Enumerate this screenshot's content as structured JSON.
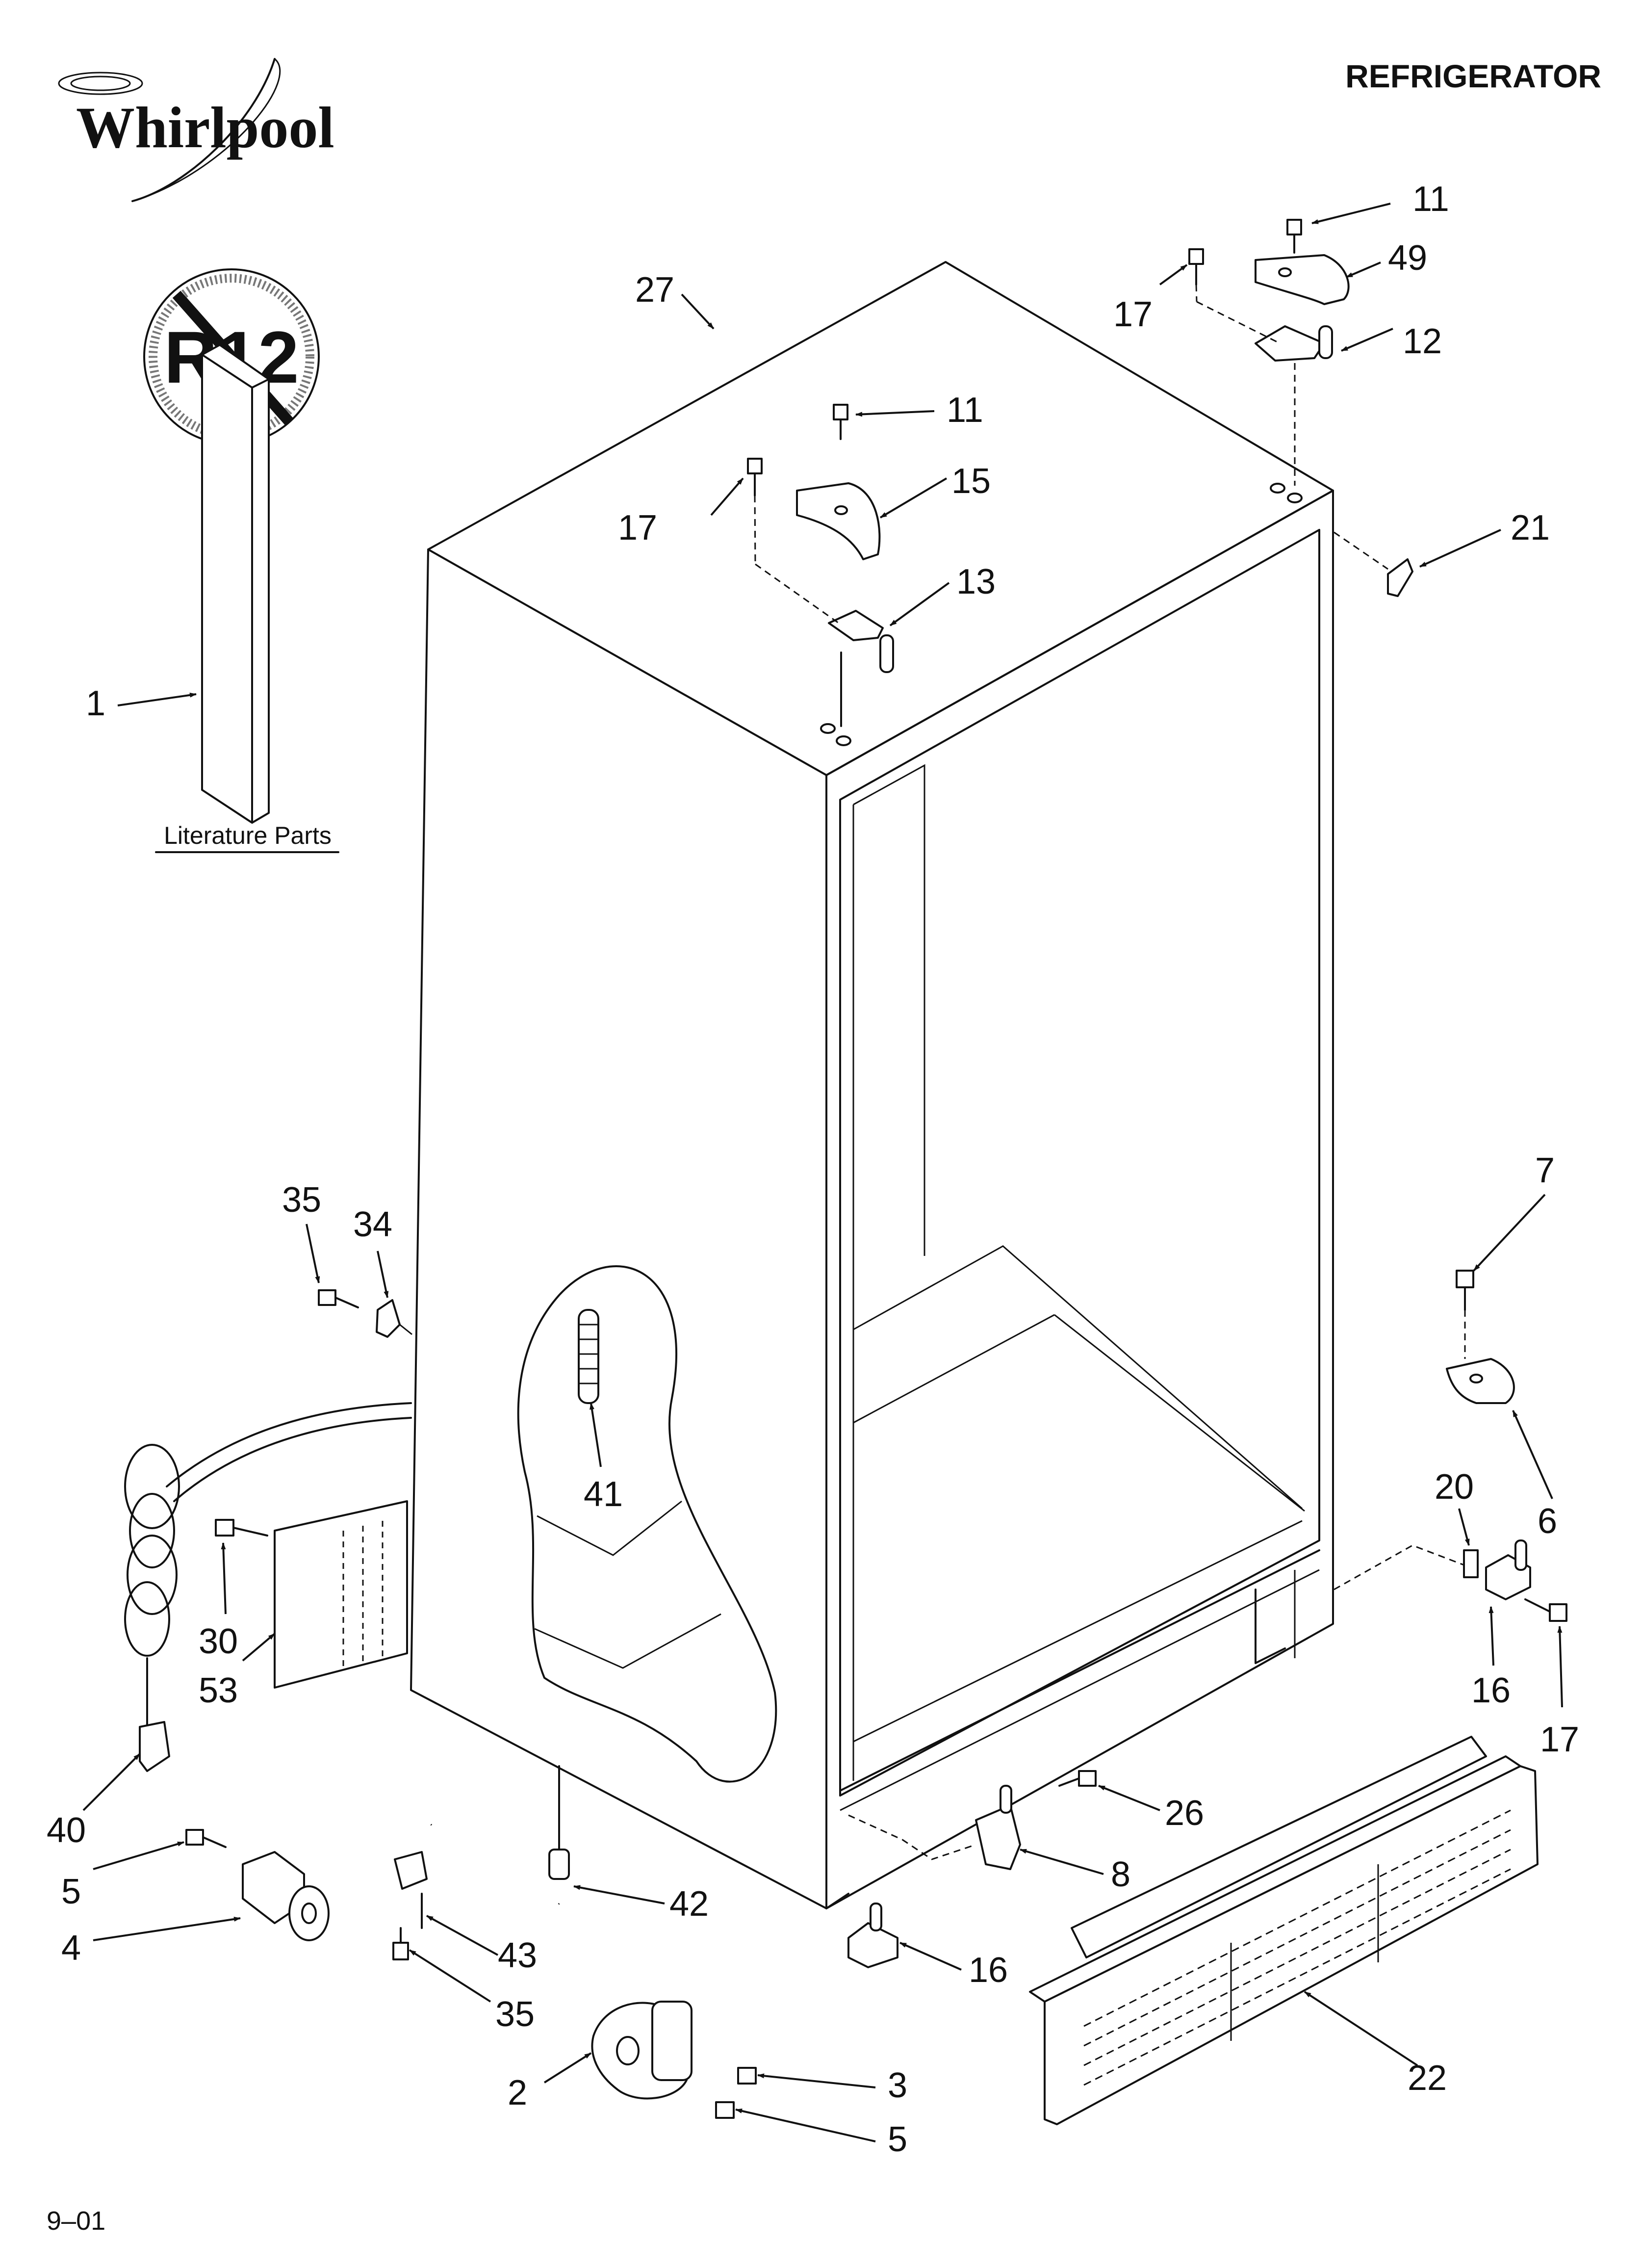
{
  "header": {
    "brand": "Whirlpool",
    "title": "REFRIGERATOR",
    "r12_mark": "R12"
  },
  "literature": {
    "label": "Literature Parts"
  },
  "footer": {
    "code": "9–01"
  },
  "callouts": [
    {
      "id": "c-11a",
      "text": "11"
    },
    {
      "id": "c-49",
      "text": "49"
    },
    {
      "id": "c-17a",
      "text": "17"
    },
    {
      "id": "c-12",
      "text": "12"
    },
    {
      "id": "c-27",
      "text": "27"
    },
    {
      "id": "c-11b",
      "text": "11"
    },
    {
      "id": "c-15",
      "text": "15"
    },
    {
      "id": "c-17b",
      "text": "17"
    },
    {
      "id": "c-13",
      "text": "13"
    },
    {
      "id": "c-21",
      "text": "21"
    },
    {
      "id": "c-1",
      "text": "1"
    },
    {
      "id": "c-35a",
      "text": "35"
    },
    {
      "id": "c-34",
      "text": "34"
    },
    {
      "id": "c-7",
      "text": "7"
    },
    {
      "id": "c-41",
      "text": "41"
    },
    {
      "id": "c-6",
      "text": "6"
    },
    {
      "id": "c-20",
      "text": "20"
    },
    {
      "id": "c-30",
      "text": "30"
    },
    {
      "id": "c-53",
      "text": "53"
    },
    {
      "id": "c-16a",
      "text": "16"
    },
    {
      "id": "c-17c",
      "text": "17"
    },
    {
      "id": "c-40",
      "text": "40"
    },
    {
      "id": "c-26",
      "text": "26"
    },
    {
      "id": "c-5a",
      "text": "5"
    },
    {
      "id": "c-8",
      "text": "8"
    },
    {
      "id": "c-42",
      "text": "42"
    },
    {
      "id": "c-4",
      "text": "4"
    },
    {
      "id": "c-43",
      "text": "43"
    },
    {
      "id": "c-16b",
      "text": "16"
    },
    {
      "id": "c-35b",
      "text": "35"
    },
    {
      "id": "c-22",
      "text": "22"
    },
    {
      "id": "c-3",
      "text": "3"
    },
    {
      "id": "c-2",
      "text": "2"
    },
    {
      "id": "c-5b",
      "text": "5"
    }
  ]
}
